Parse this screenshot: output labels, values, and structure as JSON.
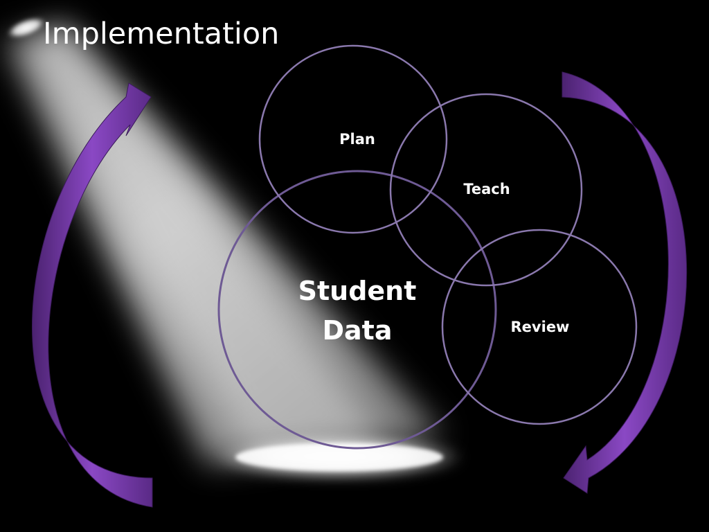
{
  "slide": {
    "title": "Implementation"
  },
  "diagram": {
    "circles": [
      {
        "id": "plan",
        "label": "Plan"
      },
      {
        "id": "teach",
        "label": "Teach"
      },
      {
        "id": "review",
        "label": "Review"
      },
      {
        "id": "student-data",
        "label_lines": [
          "Student",
          "Data"
        ]
      }
    ]
  },
  "colors": {
    "background": "#000000",
    "arrow": "#7a3fb2",
    "arrow_dark": "#4b2270",
    "circle_stroke": "#8a78ad",
    "text": "#ffffff"
  }
}
